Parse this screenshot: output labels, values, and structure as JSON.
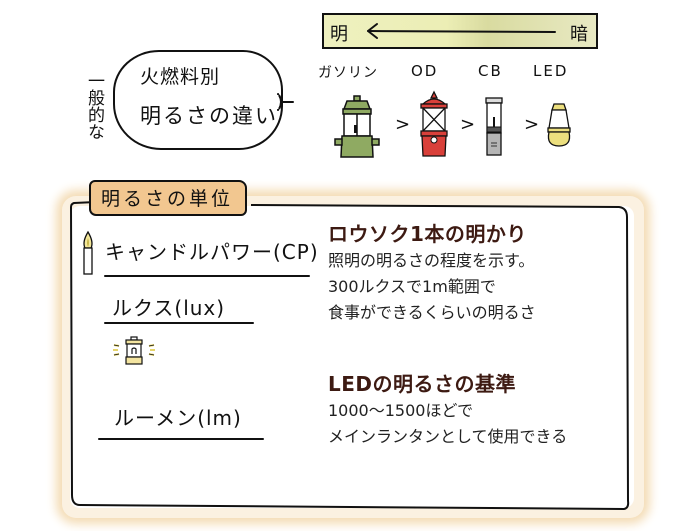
{
  "header": {
    "side_label": "一般的な",
    "bubble": {
      "line1": "火燃料別",
      "line2": "明るさの違い"
    },
    "brightness_bar": {
      "left_label": "明",
      "right_label": "暗",
      "arrow_direction": "left",
      "gradient_colors": [
        "#eef0bf",
        "#d9dba0",
        "#e8e9c3"
      ]
    },
    "lanterns": [
      {
        "label": "ガソリン",
        "icon": "gasoline-lantern-icon",
        "color": "#8faa62"
      },
      {
        "label": "OD",
        "icon": "od-gas-lantern-icon",
        "color": "#d9403a"
      },
      {
        "label": "CB",
        "icon": "cb-gas-lantern-icon",
        "color": "#b5b5b5"
      },
      {
        "label": "LED",
        "icon": "led-lantern-icon",
        "color": "#ecdf7e"
      }
    ],
    "comparator": ">"
  },
  "units_section": {
    "tab_label": "明るさの単位",
    "tab_color": "#f2c790",
    "units": [
      {
        "label": "キャンドルパワー(CP)",
        "icon": "candle-icon"
      },
      {
        "label": "ルクス(lux)",
        "icon": null
      },
      {
        "label": "ルーメン(lm)",
        "icon": "glowing-lantern-icon"
      }
    ],
    "info": [
      {
        "title": "ロウソク1本の明かり",
        "lines": [
          "照明の明るさの程度を示す。",
          "300ルクスで1m範囲で",
          "食事ができるくらいの明るさ"
        ]
      },
      {
        "title": "LEDの明るさの基準",
        "lines": [
          "1000〜1500ほどで",
          "メインランタンとして使用できる"
        ]
      }
    ],
    "title_color": "#3d1a12",
    "glow_color": "#f4dcb5"
  }
}
